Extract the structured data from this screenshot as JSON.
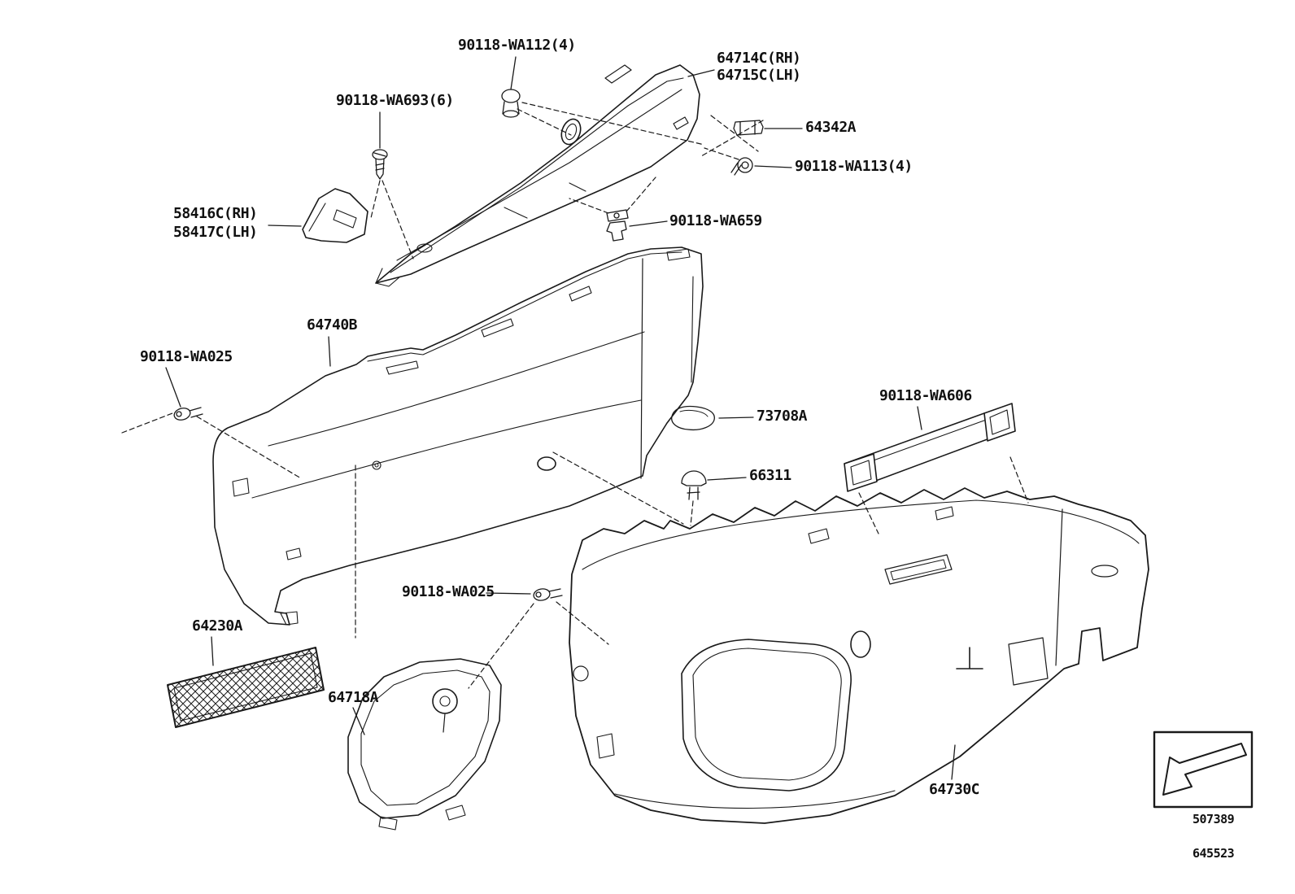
{
  "labels": [
    {
      "id": "90118-WA112",
      "text": "90118-WA112(4)"
    },
    {
      "id": "64714C-RH",
      "text": "64714C(RH)"
    },
    {
      "id": "64715C-LH",
      "text": "64715C(LH)"
    },
    {
      "id": "90118-WA693",
      "text": "90118-WA693(6)"
    },
    {
      "id": "64342A",
      "text": "64342A"
    },
    {
      "id": "90118-WA113",
      "text": "90118-WA113(4)"
    },
    {
      "id": "58416C-RH",
      "text": "58416C(RH)"
    },
    {
      "id": "58417C-LH",
      "text": "58417C(LH)"
    },
    {
      "id": "90118-WA659",
      "text": "90118-WA659"
    },
    {
      "id": "64740B",
      "text": "64740B"
    },
    {
      "id": "90118-WA025-1",
      "text": "90118-WA025"
    },
    {
      "id": "73708A",
      "text": "73708A"
    },
    {
      "id": "90118-WA606",
      "text": "90118-WA606"
    },
    {
      "id": "66311",
      "text": "66311"
    },
    {
      "id": "90118-WA025-2",
      "text": "90118-WA025"
    },
    {
      "id": "64230A",
      "text": "64230A"
    },
    {
      "id": "64718A",
      "text": "64718A"
    },
    {
      "id": "64730C",
      "text": "64730C"
    }
  ],
  "direction_box": {
    "code": "507389"
  },
  "footer": {
    "figure_number": "645523"
  },
  "colors": {
    "line": "#1a1a1a",
    "text": "#111111",
    "background": "#ffffff"
  }
}
